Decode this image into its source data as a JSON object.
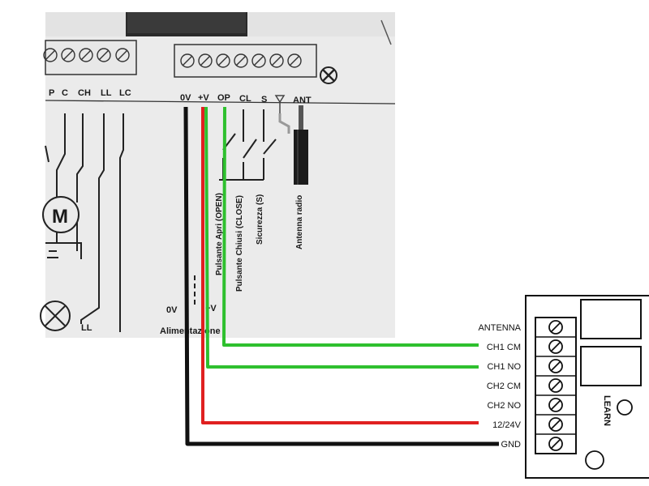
{
  "photo": {
    "top_terminal_labels": [
      "P",
      "C",
      "CH",
      "LL",
      "LC",
      "0V",
      "+V",
      "OP",
      "CL",
      "S",
      "ANT"
    ],
    "vertical_labels": [
      "Pulsante Apri (OPEN)",
      "Pulsante Chiusi (CLOSE)",
      "Sicurezza (S)",
      "Antenna radio"
    ],
    "motor_label": "M",
    "bottom_labels": {
      "ov": "0V",
      "plus_v": "+V",
      "alimentazione": "Alimentazione",
      "ll": "LL"
    }
  },
  "receiver": {
    "pins": [
      "ANTENNA",
      "CH1 CM",
      "CH1 NO",
      "CH2 CM",
      "CH2 NO",
      "12/24V",
      "GND"
    ],
    "learn_label": "LEARN"
  },
  "wire_colors": {
    "ground": "#111111",
    "power": "#e02020",
    "channel": "#2ec02e"
  }
}
